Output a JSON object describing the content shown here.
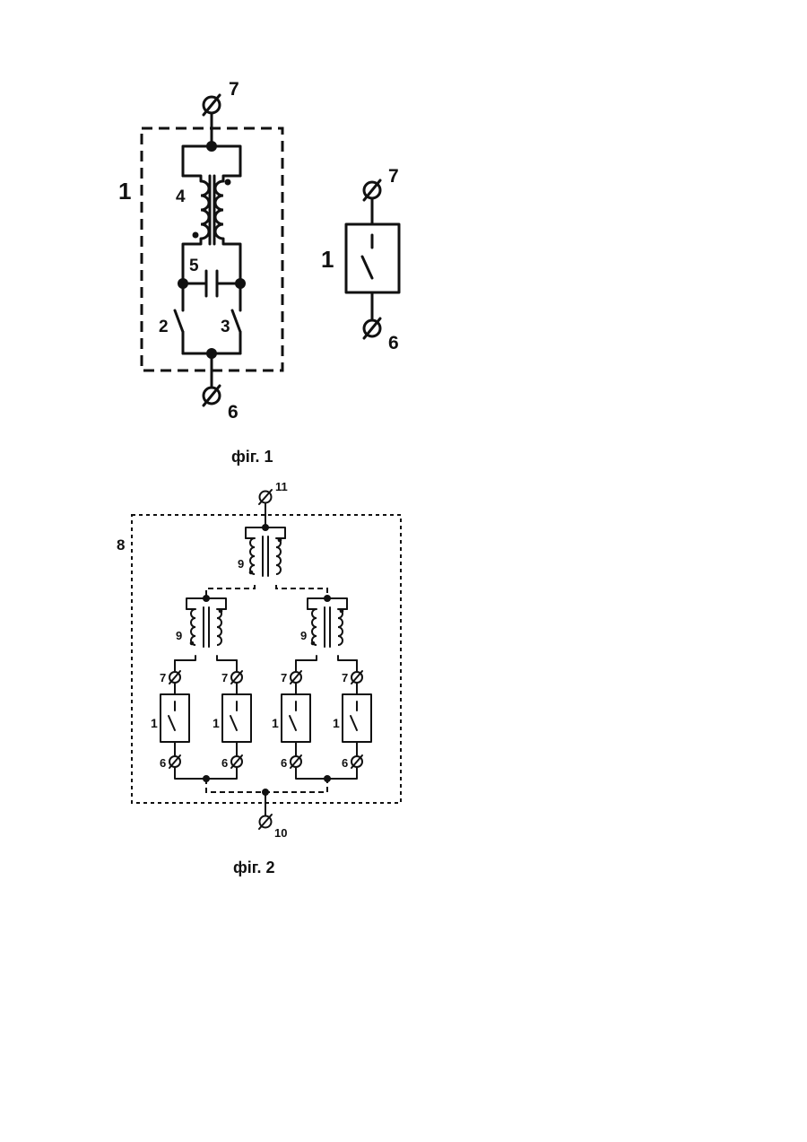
{
  "figure1": {
    "caption": "фіг. 1",
    "block_label": "1",
    "inductor_label": "4",
    "capacitor_label": "5",
    "switch_left_label": "2",
    "switch_right_label": "3",
    "terminal_top_label": "7",
    "terminal_bottom_label": "6",
    "symbol": {
      "block_label": "1",
      "terminal_top_label": "7",
      "terminal_bottom_label": "6"
    }
  },
  "figure2": {
    "caption": "фіг. 2",
    "assembly_label": "8",
    "transformer_label": "9",
    "terminal_top_label": "11",
    "terminal_bottom_label": "10",
    "module_label": "1",
    "module_top_label": "7",
    "module_bottom_label": "6"
  }
}
